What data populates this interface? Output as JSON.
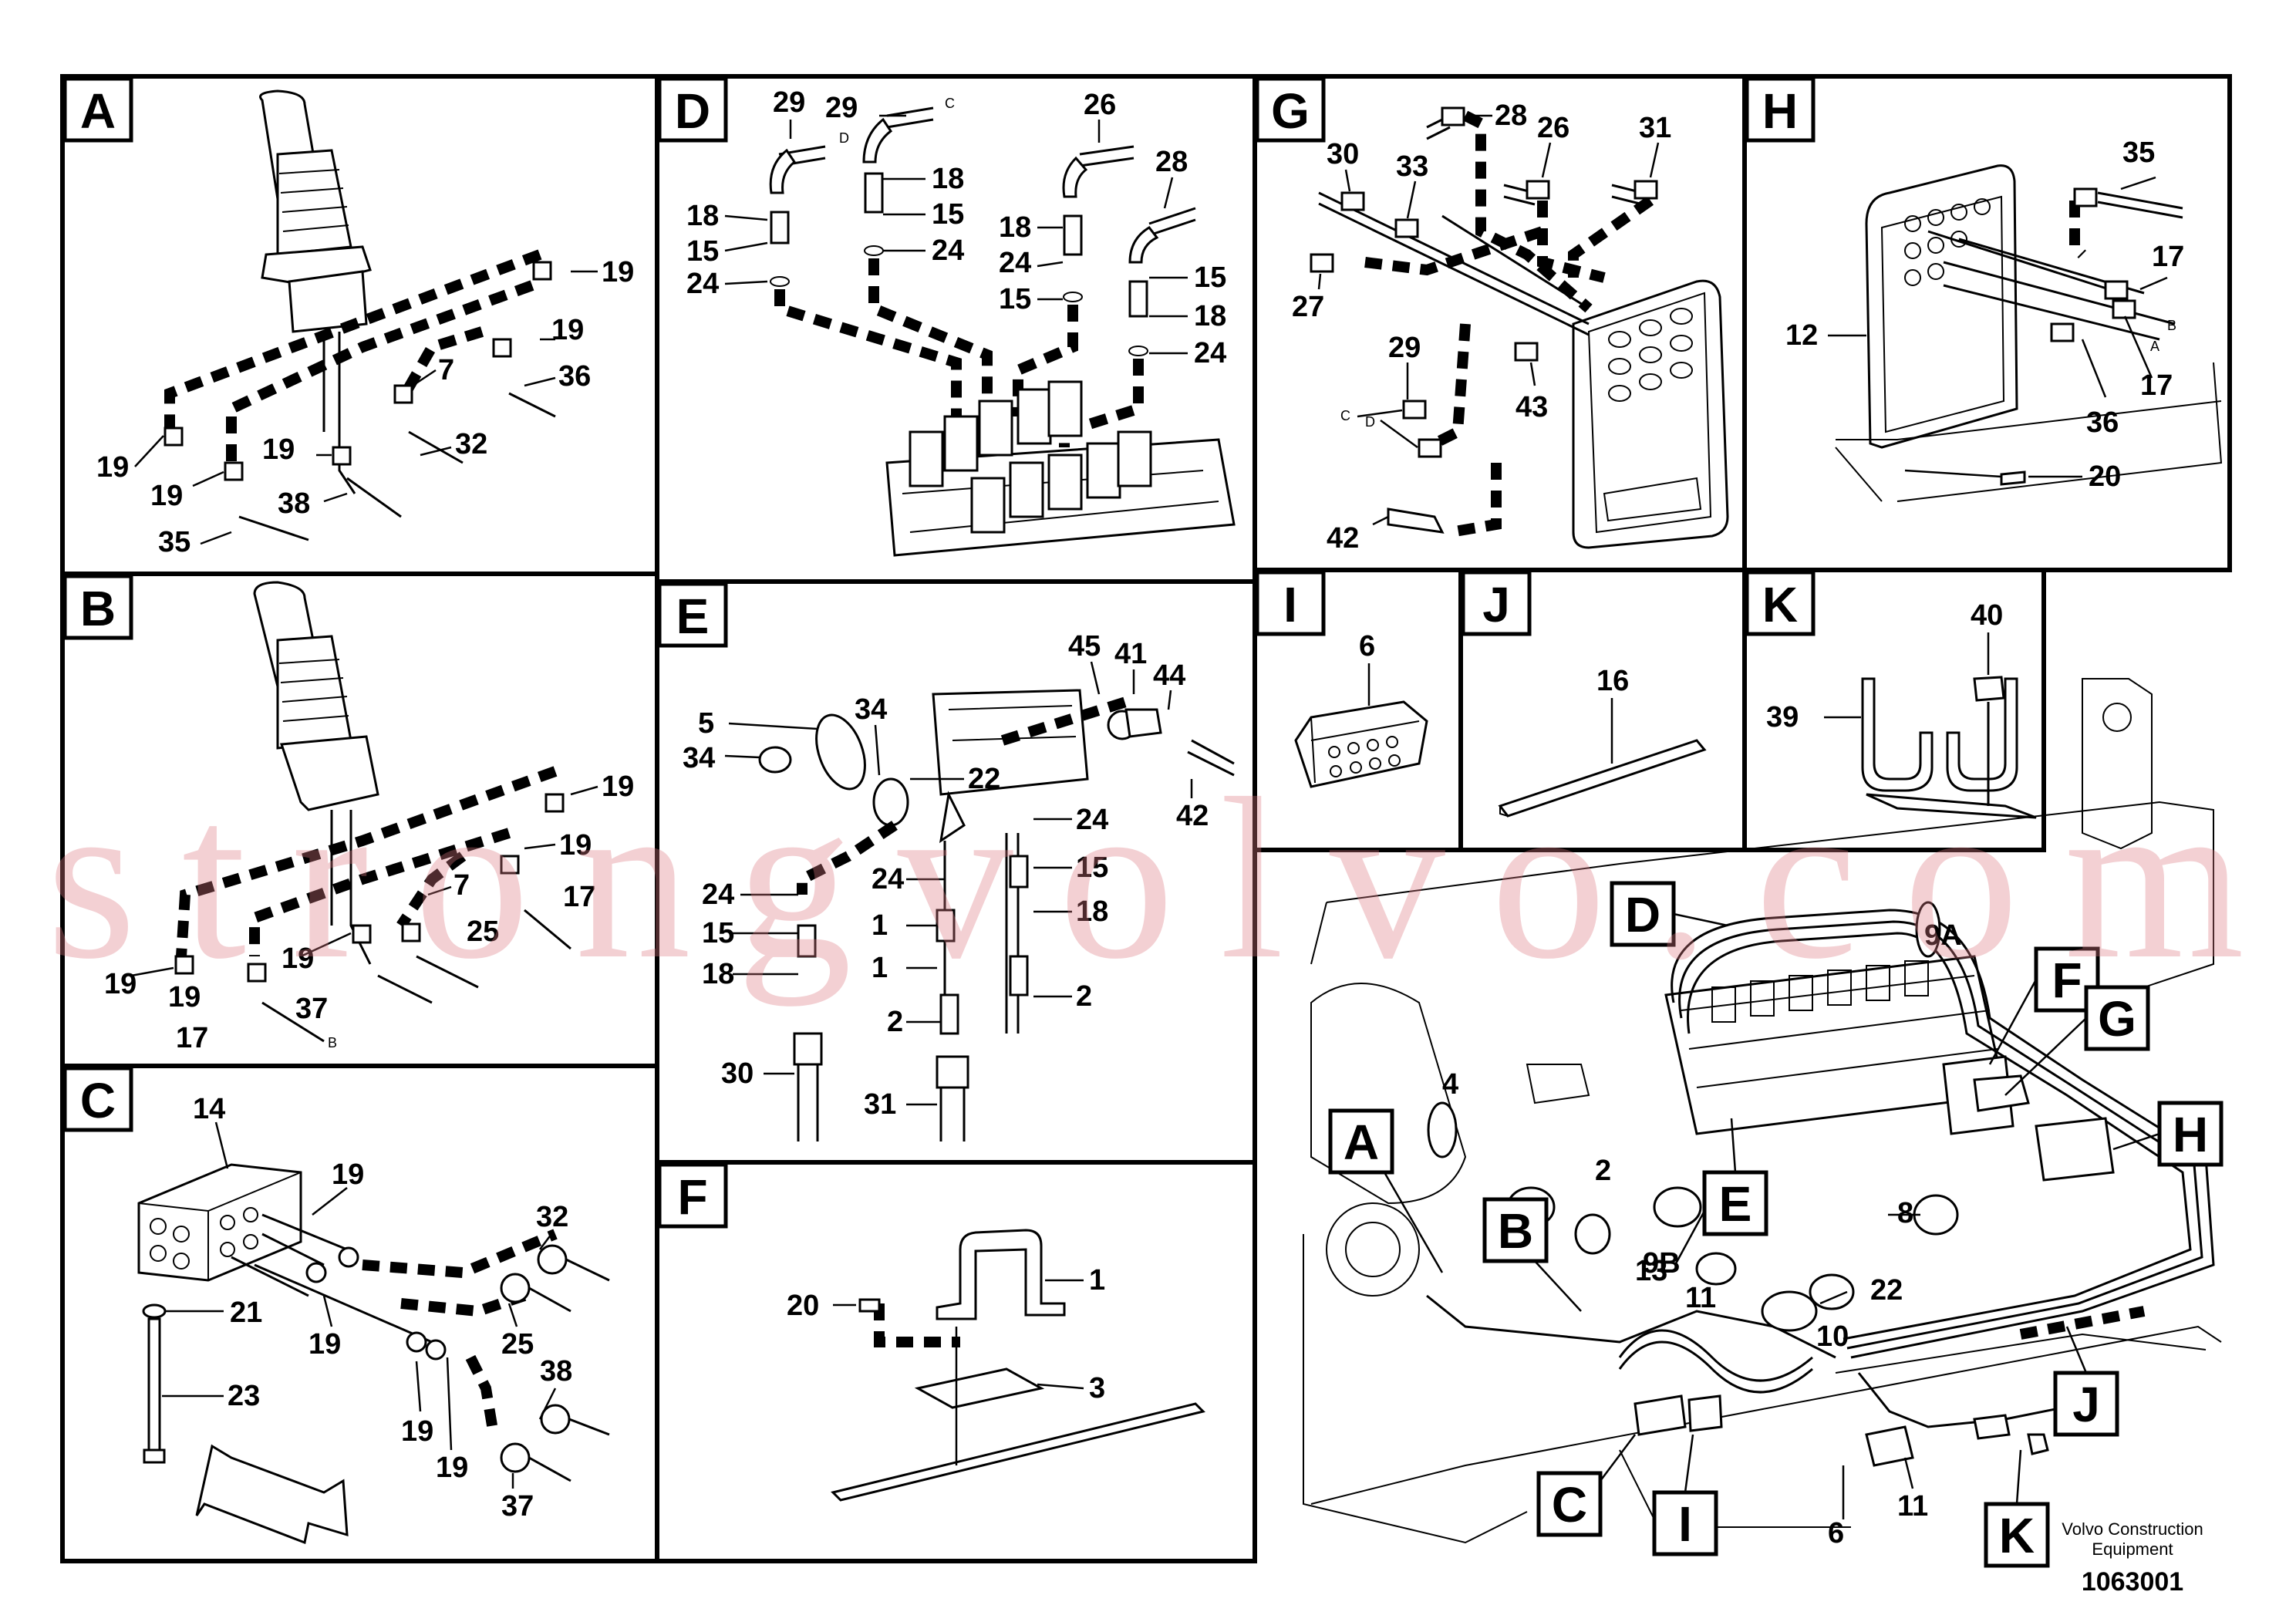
{
  "panels": {
    "A": {
      "letter": "A",
      "labels": [
        "19",
        "19",
        "7",
        "36",
        "32",
        "19",
        "19",
        "38",
        "19",
        "35"
      ]
    },
    "B": {
      "letter": "B",
      "labels": [
        "19",
        "19",
        "7",
        "17",
        "25",
        "19",
        "19",
        "37",
        "19",
        "17",
        "B"
      ]
    },
    "C": {
      "letter": "C",
      "labels": [
        "14",
        "19",
        "32",
        "21",
        "19",
        "25",
        "23",
        "38",
        "19",
        "19",
        "37"
      ]
    },
    "D": {
      "letter": "D",
      "labels": [
        "29",
        "29",
        "C",
        "D",
        "26",
        "28",
        "18",
        "18",
        "15",
        "15",
        "24",
        "24",
        "18",
        "15",
        "24",
        "18",
        "15",
        "24"
      ]
    },
    "E": {
      "letter": "E",
      "labels": [
        "45",
        "41",
        "44",
        "5",
        "34",
        "34",
        "22",
        "42",
        "24",
        "24",
        "15",
        "15",
        "18",
        "18",
        "24",
        "1",
        "1",
        "2",
        "2",
        "30",
        "31"
      ]
    },
    "F": {
      "letter": "F",
      "labels": [
        "20",
        "1",
        "3"
      ]
    },
    "G": {
      "letter": "G",
      "labels": [
        "28",
        "26",
        "31",
        "30",
        "33",
        "27",
        "29",
        "C",
        "D",
        "43",
        "42"
      ]
    },
    "H": {
      "letter": "H",
      "labels": [
        "35",
        "12",
        "17",
        "B",
        "A",
        "17",
        "36",
        "20"
      ]
    },
    "I": {
      "letter": "I",
      "labels": [
        "6"
      ]
    },
    "J": {
      "letter": "J",
      "labels": [
        "16"
      ]
    },
    "K": {
      "letter": "K",
      "labels": [
        "40",
        "39"
      ]
    }
  },
  "overview": {
    "callouts": [
      "D",
      "F",
      "G",
      "H",
      "E",
      "A",
      "B",
      "C",
      "I",
      "J",
      "K"
    ],
    "labels": [
      "9A",
      "4",
      "2",
      "9B",
      "8",
      "13",
      "22",
      "11",
      "10",
      "6",
      "11"
    ]
  },
  "watermark": "strongvolvo.com",
  "footer": {
    "company": "Volvo Construction",
    "company2": "Equipment",
    "drawing_number": "1063001"
  }
}
